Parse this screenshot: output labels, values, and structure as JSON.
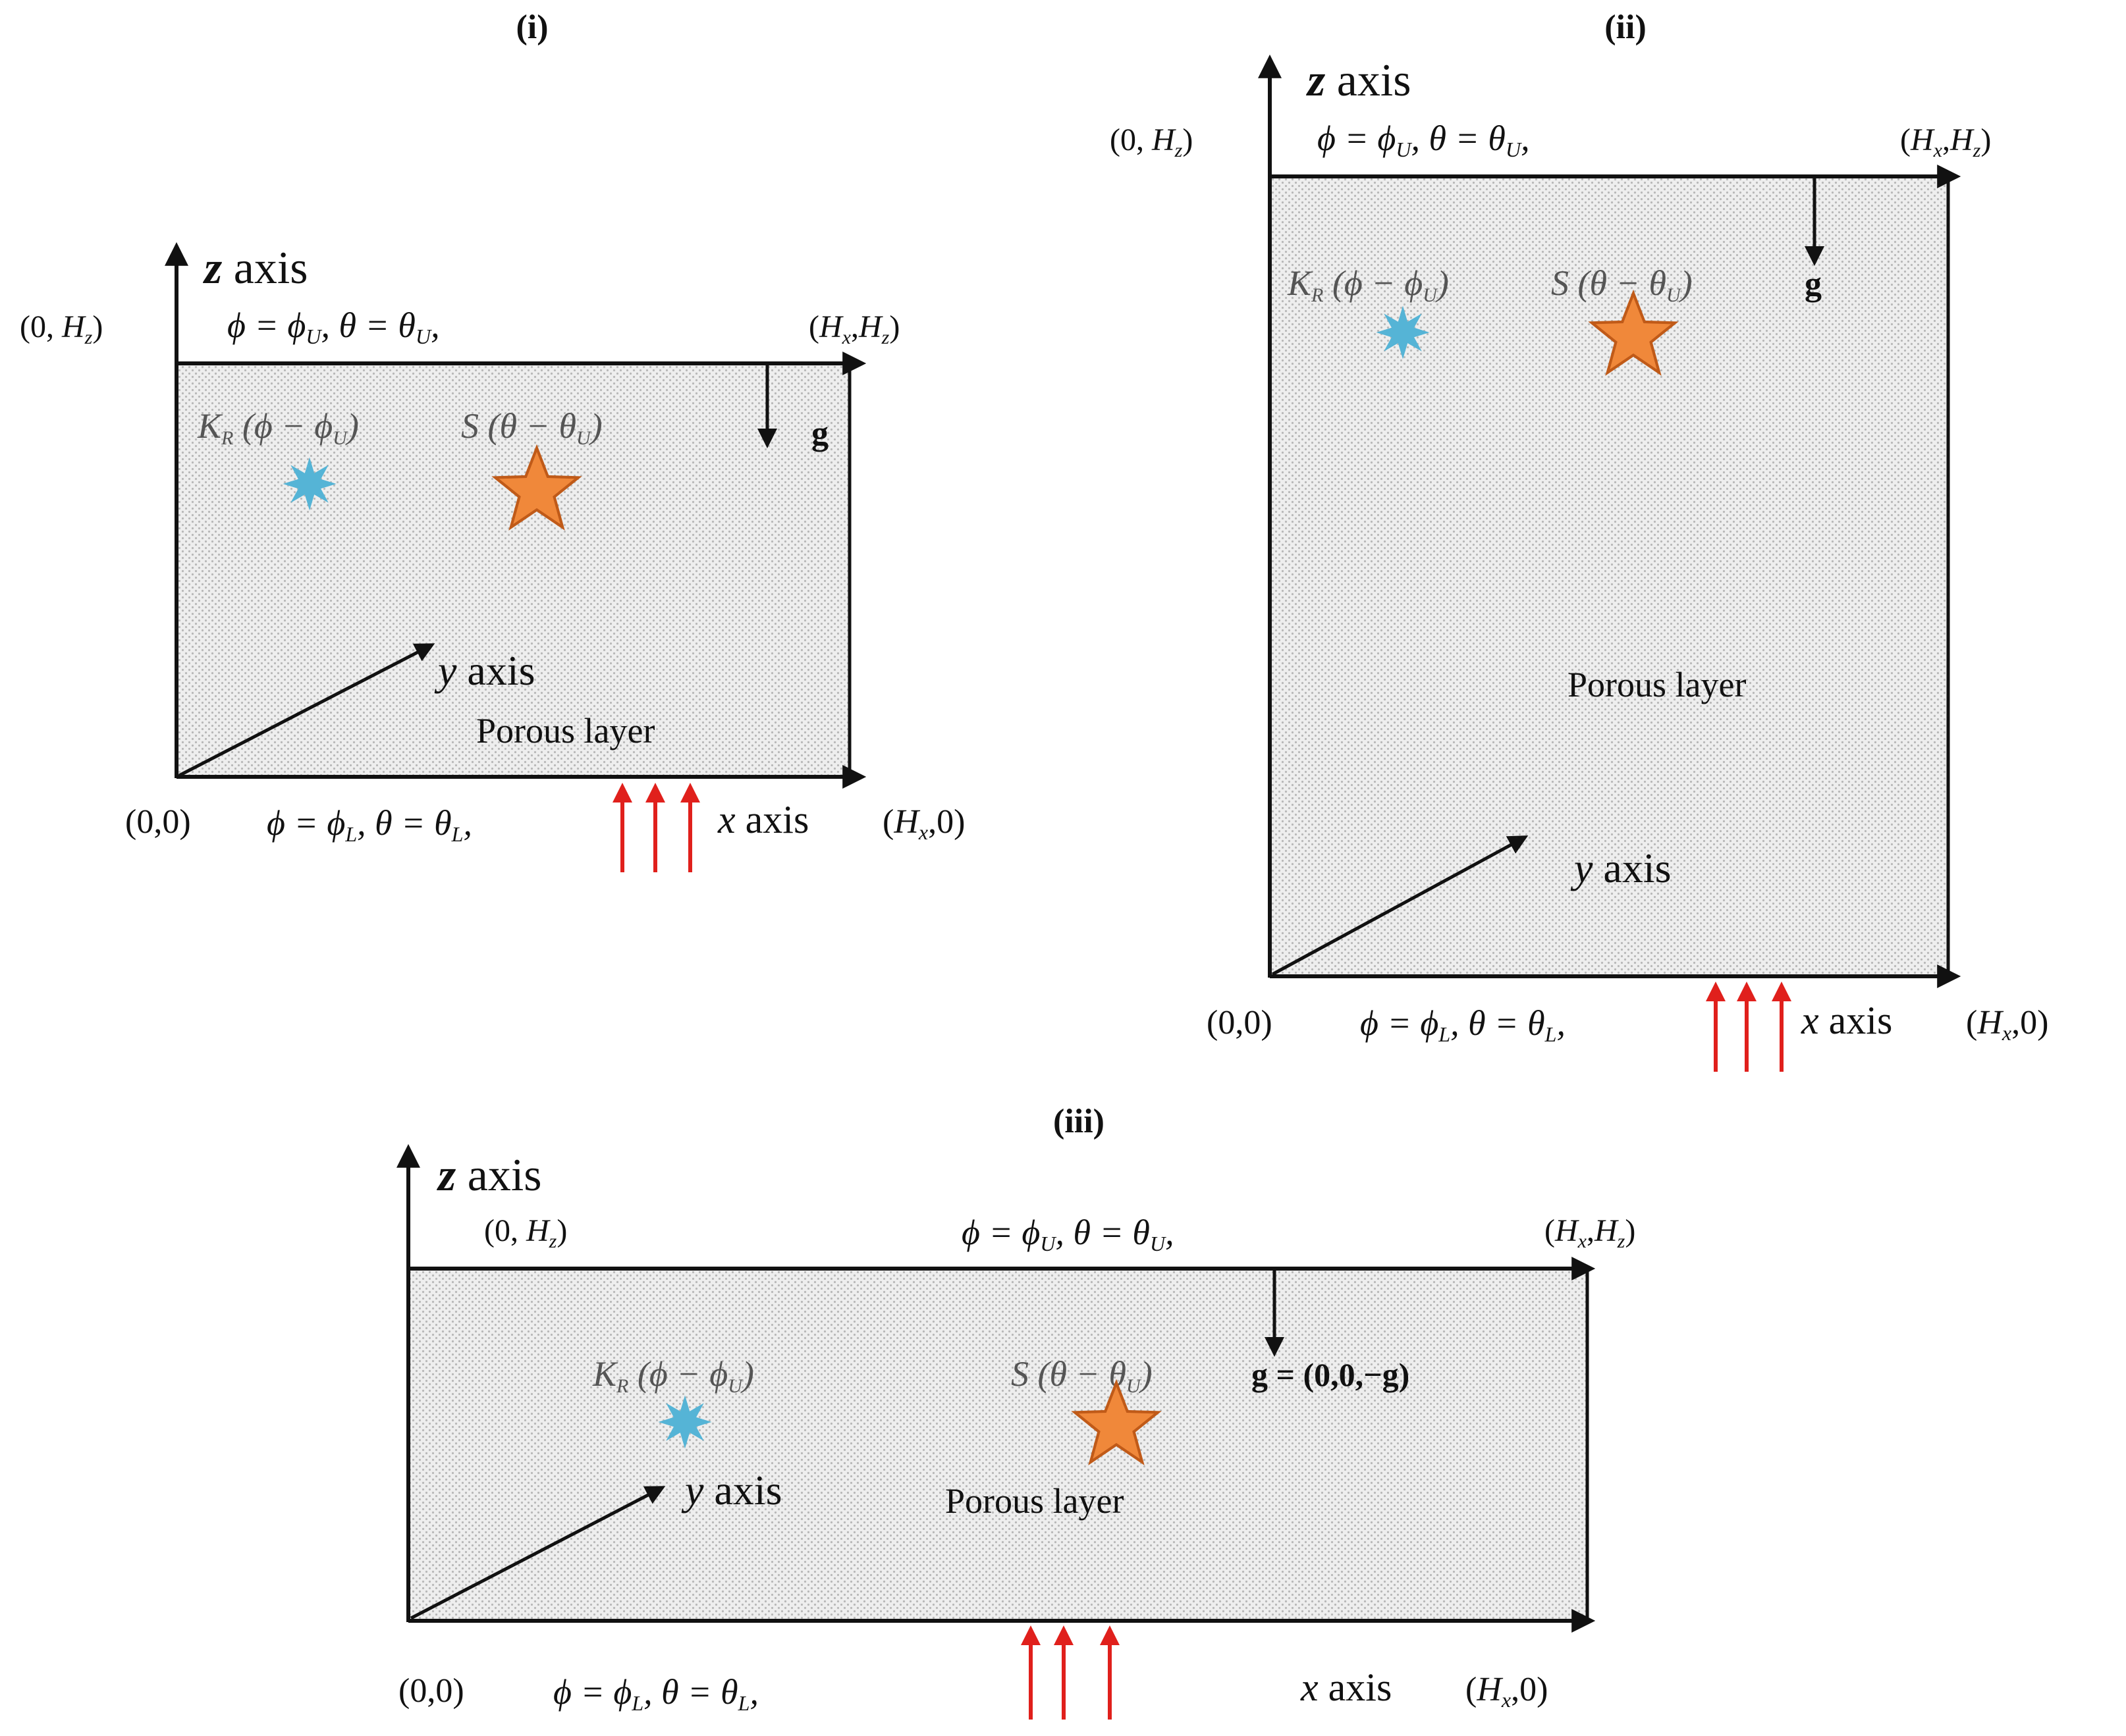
{
  "colors": {
    "background": "#ffffff",
    "axis": "#111111",
    "porous_fill": "#eeeeee",
    "porous_dot": "#b8b8b8",
    "heat_arrow": "#e0201c",
    "star": "#f0883a",
    "star_edge": "#c05a18",
    "burst": "#55b4d6",
    "term_text": "#555555"
  },
  "icons": {
    "reaction_marker": "burst-icon",
    "source_marker": "star-icon",
    "heating": "upward-red-arrows"
  },
  "panels": [
    {
      "id": "i",
      "title": "(i)",
      "z_axis": "z axis",
      "y_axis": "y axis",
      "x_axis": "x axis",
      "top_left": "(0, H_z)",
      "top_right": "(H_x, H_z)",
      "bottom_left": "(0,0)",
      "bottom_right": "(H_x,0)",
      "upper_bc": "ϕ = ϕ_U ,  θ = θ_U ,",
      "lower_bc": "ϕ = ϕ_L ,  θ = θ_L ,",
      "reaction_term": "K_R (ϕ − ϕ_U)",
      "source_term": "S (θ − θ_U)",
      "gravity": "g",
      "layer": "Porous layer"
    },
    {
      "id": "ii",
      "title": "(ii)",
      "z_axis": "z axis",
      "y_axis": "y axis",
      "x_axis": "x axis",
      "top_left": "(0, H_z)",
      "top_right": "(H_x, H_z)",
      "bottom_left": "(0,0)",
      "bottom_right": "(H_x,0)",
      "upper_bc": "ϕ = ϕ_U ,  θ = θ_U ,",
      "lower_bc": "ϕ = ϕ_L ,  θ = θ_L ,",
      "reaction_term": "K_R (ϕ − ϕ_U)",
      "source_term": "S (θ − θ_U)",
      "gravity": "g",
      "layer": "Porous layer"
    },
    {
      "id": "iii",
      "title": "(iii)",
      "z_axis": "z axis",
      "y_axis": "y axis",
      "x_axis": "x axis",
      "top_left": "(0, H_z)",
      "top_right": "(H_x, H_z)",
      "bottom_left": "(0,0)",
      "bottom_right": "(H_x,0)",
      "upper_bc": "ϕ = ϕ_U ,  θ = θ_U ,",
      "lower_bc": "ϕ = ϕ_L ,  θ = θ_L ,",
      "reaction_term": "K_R (ϕ − ϕ_U)",
      "source_term": "S (θ − θ_U)",
      "gravity": "g = (0,0,−g)",
      "layer": "Porous layer"
    }
  ]
}
